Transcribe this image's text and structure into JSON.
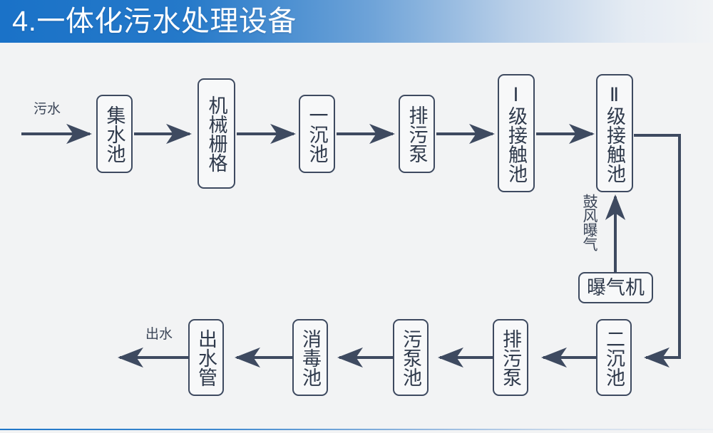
{
  "header": {
    "title": "4.一体化污水处理设备",
    "bar_color_left": "#1a72c8",
    "bar_color_right": "#f1f3f5",
    "title_color": "#ffffff"
  },
  "diagram": {
    "background": "#f2f3f4",
    "line_color": "#3e4a60",
    "box_border_color": "#3e4a60",
    "box_fill_color": "#f7f8f9",
    "text_color": "#2f3a4c",
    "inlet_label": "污水",
    "outlet_label": "出水",
    "aeration_label": "鼓风曝气",
    "top_row": [
      {
        "id": "collection-tank",
        "label": "集水池"
      },
      {
        "id": "mechanical-grid",
        "label": "机械栅格"
      },
      {
        "id": "primary-settling-tank",
        "label": "一沉池"
      },
      {
        "id": "sewage-pump",
        "label": "排污泵"
      },
      {
        "id": "contact-tank-1",
        "label": "Ⅰ级接触池"
      },
      {
        "id": "contact-tank-2",
        "label": "Ⅱ级接触池"
      }
    ],
    "aerator": {
      "id": "aerator",
      "label": "曝气机"
    },
    "bottom_row": [
      {
        "id": "secondary-settling-tank",
        "label": "二沉池"
      },
      {
        "id": "sewage-pump-2",
        "label": "排污泵"
      },
      {
        "id": "sludge-pump-tank",
        "label": "污泵池"
      },
      {
        "id": "disinfection-tank",
        "label": "消毒池"
      },
      {
        "id": "outlet-pipe",
        "label": "出水管"
      }
    ]
  }
}
